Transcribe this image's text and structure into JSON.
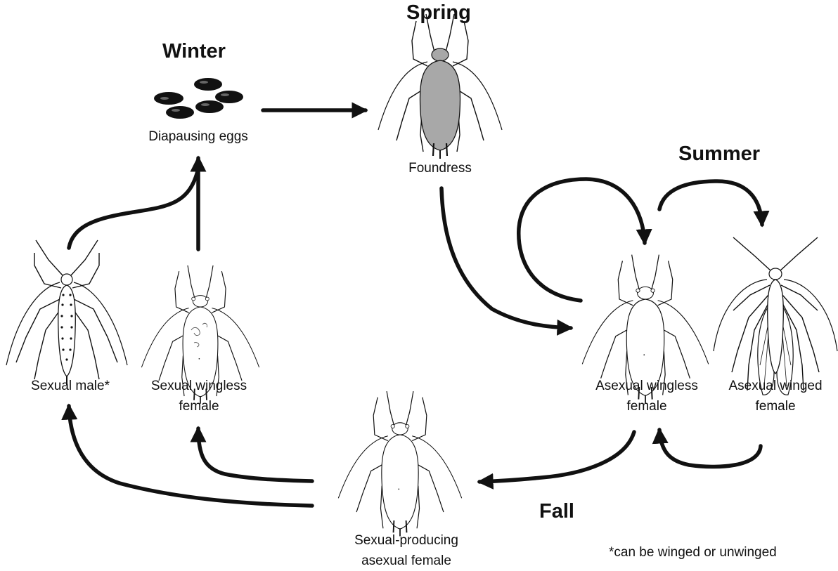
{
  "seasons": {
    "spring": "Spring",
    "winter": "Winter",
    "summer": "Summer",
    "fall": "Fall"
  },
  "stages": {
    "eggs": "Diapausing eggs",
    "foundress": "Foundress",
    "asexual_wingless": [
      "Asexual wingless",
      "female"
    ],
    "asexual_winged": [
      "Asexual winged",
      "female"
    ],
    "sexual_producing": [
      "Sexual-producing",
      "asexual female"
    ],
    "sexual_male": "Sexual male*",
    "sexual_wingless": [
      "Sexual wingless",
      "female"
    ]
  },
  "footnote": "*can be winged or unwinged",
  "colors": {
    "ink": "#111111",
    "foundress_fill": "#a8a8a8",
    "body_fill": "#ffffff"
  }
}
